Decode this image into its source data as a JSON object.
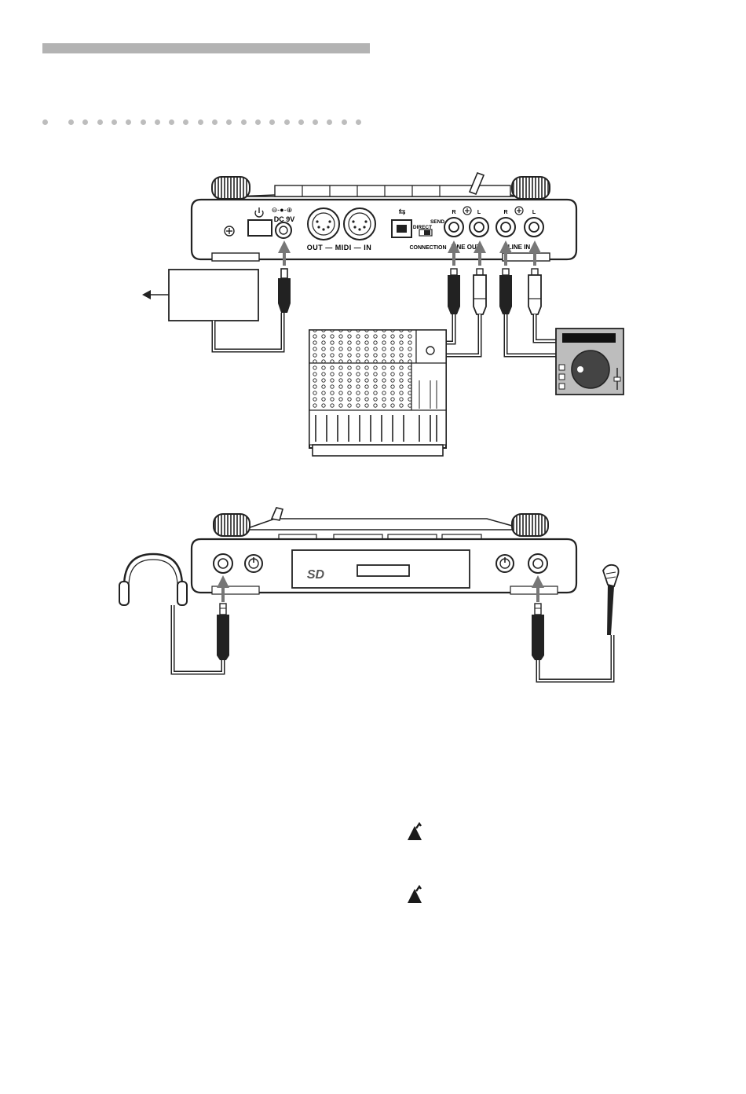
{
  "rear_panel": {
    "dc_label": "DC 9V",
    "midi_label": "OUT — MIDI — IN",
    "send_label": "SEND",
    "direct_label": "DIRECT",
    "connection_label": "CONNECTION",
    "line_out_label": "LINE OUT",
    "line_in_label": "LINE IN",
    "r_label": "R",
    "l_label": "L"
  },
  "front_panel": {
    "sd_logo": "SD"
  },
  "icons": [
    "power-icon",
    "usb-icon",
    "ground-icon",
    "note-icon"
  ]
}
